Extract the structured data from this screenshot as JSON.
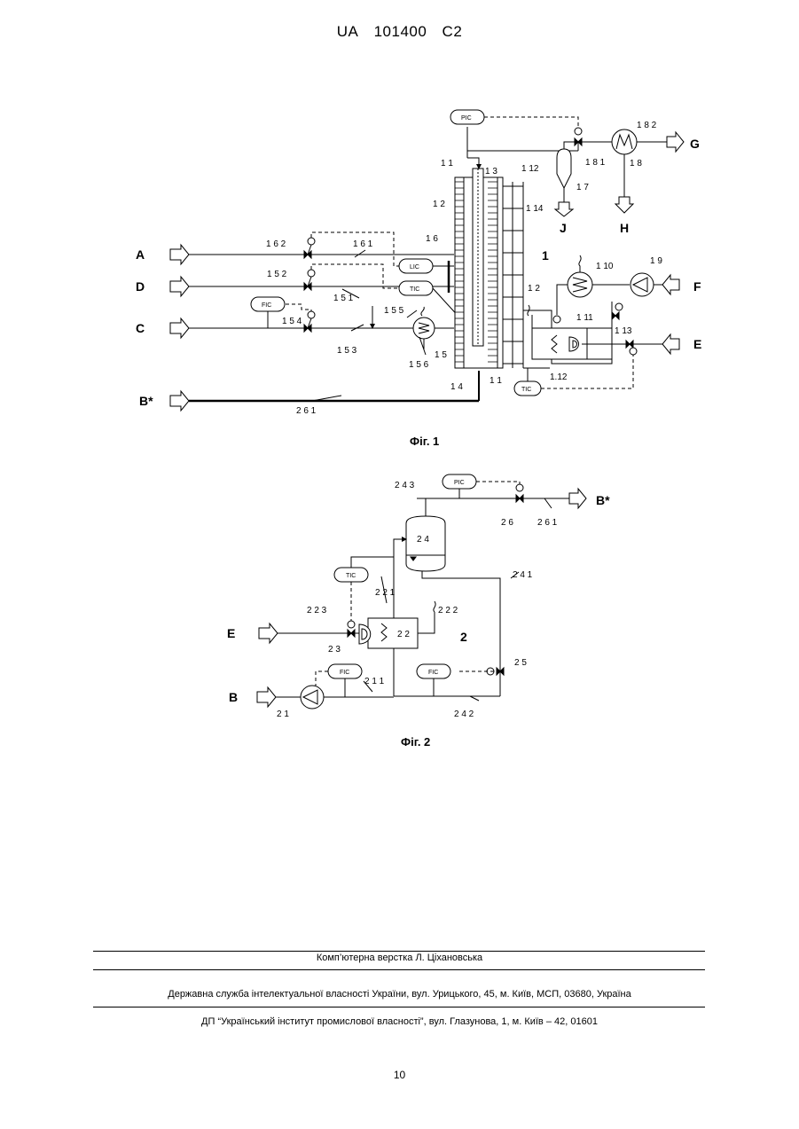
{
  "header": {
    "country": "UA",
    "number": "101400",
    "kind": "C2"
  },
  "figure1": {
    "caption": "Фіг. 1",
    "streams": {
      "A": "A",
      "B_star": "B*",
      "C": "C",
      "D": "D",
      "E": "E",
      "F": "F",
      "G": "G",
      "H": "H",
      "J": "J"
    },
    "unit_label": "1",
    "controllers": {
      "pic": "PIC",
      "lic": "LIC",
      "tic1": "TIC",
      "fic": "FIC",
      "tic2": "TIC"
    },
    "labels": {
      "l11": "1 1",
      "l12a": "1 2",
      "l13": "1 3",
      "l112": "1 12",
      "l114": "1 14",
      "l16": "1 6",
      "l12b": "1 2",
      "l15": "1 5",
      "l14": "1 4",
      "l11b": "1 1",
      "l162": "1 6 2",
      "l161": "1 6 1",
      "l152": "1 5 2",
      "l151": "1 5 1",
      "l154": "1 5 4",
      "l155": "1 5 5",
      "l153": "1 5 3",
      "l156": "1 5 6",
      "l261": "2 6 1",
      "l17": "1 7",
      "l181": "1 8 1",
      "l182": "1 8 2",
      "l18": "1 8",
      "l110": "1 10",
      "l19": "1 9",
      "l111": "1 11",
      "l113": "1 13",
      "l1_12": "1.12"
    }
  },
  "figure2": {
    "caption": "Фіг. 2",
    "streams": {
      "B_star": "B*",
      "E": "E",
      "B": "B"
    },
    "unit_label": "2",
    "controllers": {
      "pic": "PIC",
      "tic": "TIC",
      "fic1": "FIC",
      "fic2": "FIC"
    },
    "labels": {
      "l243": "2 4 3",
      "l26": "2 6",
      "l261": "2 6 1",
      "l24": "2 4",
      "l241": "2 4 1",
      "l221": "2 2 1",
      "l222": "2 2 2",
      "l223": "2 2 3",
      "l23": "2 3",
      "l22": "2 2",
      "l25": "2 5",
      "l211": "2 1 1",
      "l21": "2 1",
      "l242": "2 4 2"
    }
  },
  "footer": {
    "composer": "Комп’ютерна верстка Л. Ціхановська",
    "agency": "Державна служба інтелектуальної власності України, вул. Урицького, 45, м. Київ, МСП, 03680, Україна",
    "institute": "ДП “Український інститут промислової власності”, вул. Глазунова, 1, м. Київ – 42, 01601"
  },
  "page_number": "10"
}
